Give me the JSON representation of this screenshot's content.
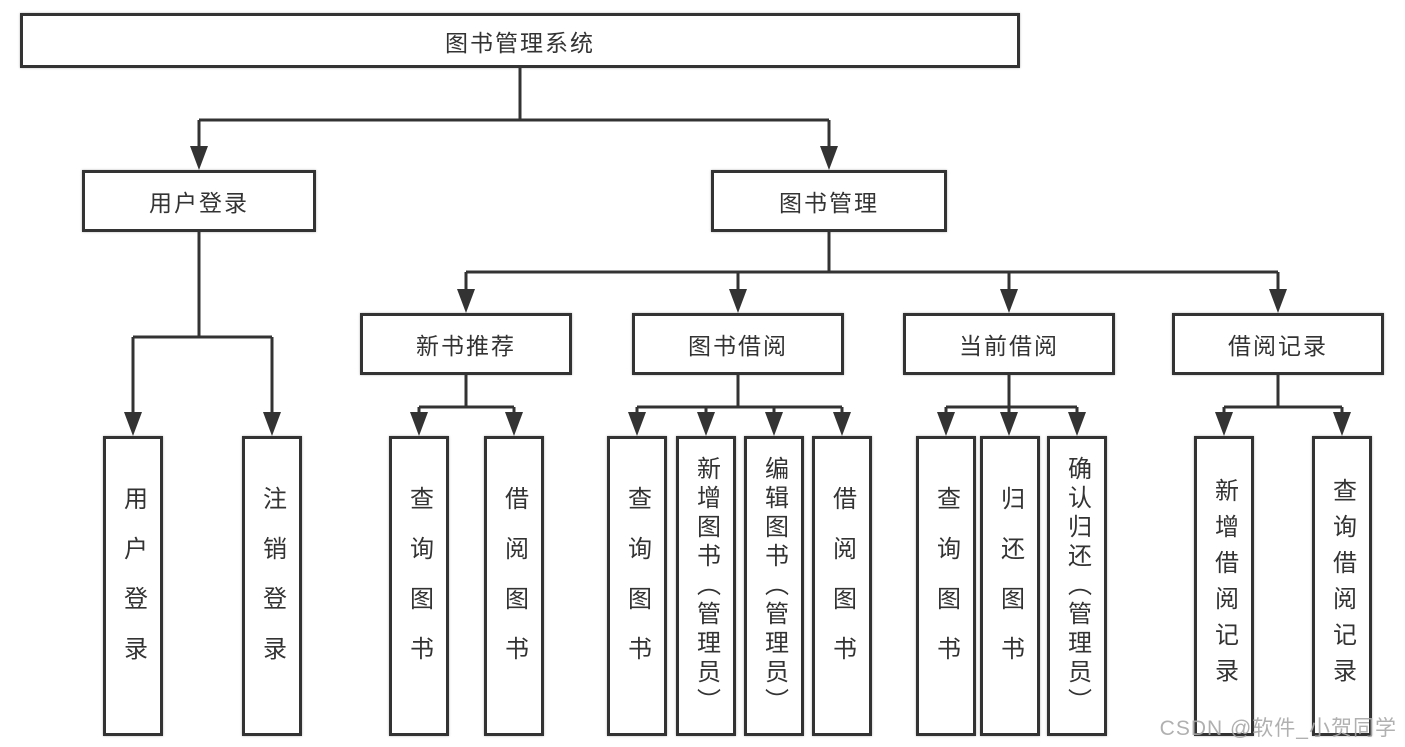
{
  "colors": {
    "line": "#333333",
    "box_border": "#333333",
    "text": "#333333",
    "background": "#ffffff",
    "watermark": "#a8a8a8"
  },
  "watermark": {
    "text": "CSDN @软件_小贺同学"
  },
  "tree": {
    "label": "图书管理系统",
    "children": [
      {
        "label": "用户登录",
        "children": [
          {
            "label": "用户登录"
          },
          {
            "label": "注销登录"
          }
        ]
      },
      {
        "label": "图书管理",
        "children": [
          {
            "label": "新书推荐",
            "children": [
              {
                "label": "查询图书"
              },
              {
                "label": "借阅图书"
              }
            ]
          },
          {
            "label": "图书借阅",
            "children": [
              {
                "label": "查询图书"
              },
              {
                "label": "新增图书（管理员）"
              },
              {
                "label": "编辑图书（管理员）"
              },
              {
                "label": "借阅图书"
              }
            ]
          },
          {
            "label": "当前借阅",
            "children": [
              {
                "label": "查询图书"
              },
              {
                "label": "归还图书"
              },
              {
                "label": "确认归还（管理员）"
              }
            ]
          },
          {
            "label": "借阅记录",
            "children": [
              {
                "label": "新增借阅记录"
              },
              {
                "label": "查询借阅记录"
              }
            ]
          }
        ]
      }
    ]
  }
}
